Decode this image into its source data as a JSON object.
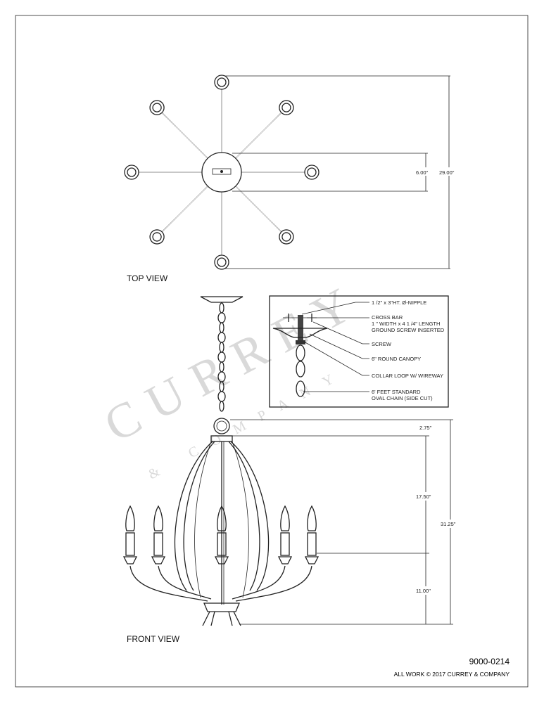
{
  "sheet": {
    "part_number": "9000-0214",
    "copyright": "ALL WORK © 2017 CURREY & COMPANY",
    "watermark_main": "CURREY",
    "watermark_sub": "& COMPANY"
  },
  "top_view": {
    "label": "TOP VIEW",
    "dimensions": {
      "canopy": "6.00\"",
      "overall_width": "29.00\""
    }
  },
  "front_view": {
    "label": "FRONT VIEW",
    "dimensions": {
      "loop": "2.75\"",
      "body_upper": "17.50\"",
      "body_lower": "11.00\"",
      "overall_height": "31.25\""
    }
  },
  "detail": {
    "callouts": [
      {
        "lines": [
          "1 /2\" x 3\"HT. Ø-NIPPLE"
        ]
      },
      {
        "lines": [
          "CROSS BAR",
          "1 \" WIDTH x 4 1 /4\" LENGTH",
          "GROUND SCREW INSERTED"
        ]
      },
      {
        "lines": [
          "SCREW"
        ]
      },
      {
        "lines": [
          "6\" ROUND CANOPY"
        ]
      },
      {
        "lines": [
          "COLLAR LOOP W/ WIREWAY"
        ]
      },
      {
        "lines": [
          "6' FEET STANDARD",
          "OVAL CHAIN (SIDE CUT)"
        ]
      }
    ]
  }
}
